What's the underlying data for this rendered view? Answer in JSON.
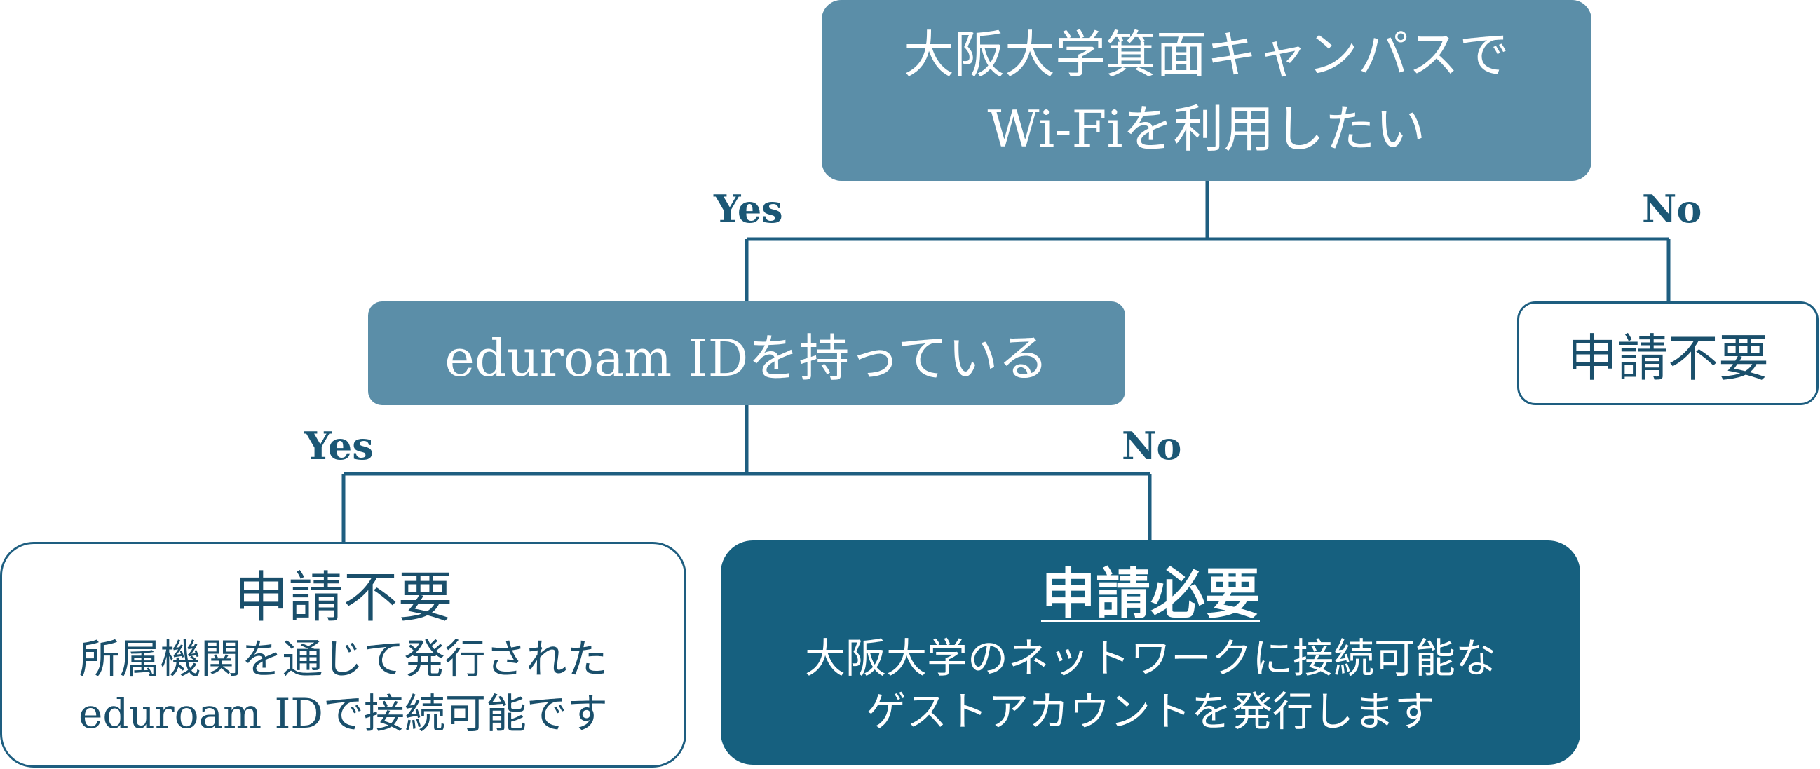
{
  "diagram": {
    "type": "decision-tree",
    "colors": {
      "question_fill": "#5b8ea8",
      "result_dark_fill": "#16607f",
      "line": "#1e5e80",
      "label_text": "#1b5775"
    },
    "root": {
      "line1": "大阪大学箕面キャンパスで",
      "line2": "Wi-Fiを利用したい"
    },
    "branch_root_yes": "Yes",
    "branch_root_no": "No",
    "root_no_result": {
      "title": "申請不要"
    },
    "second": {
      "text": "eduroam IDを持っている"
    },
    "branch_second_yes": "Yes",
    "branch_second_no": "No",
    "second_yes_result": {
      "title": "申請不要",
      "line1": "所属機関を通じて発行された",
      "line2": "eduroam IDで接続可能です"
    },
    "second_no_result": {
      "title": "申請必要",
      "line1": "大阪大学のネットワークに接続可能な",
      "line2": "ゲストアカウントを発行します"
    }
  }
}
